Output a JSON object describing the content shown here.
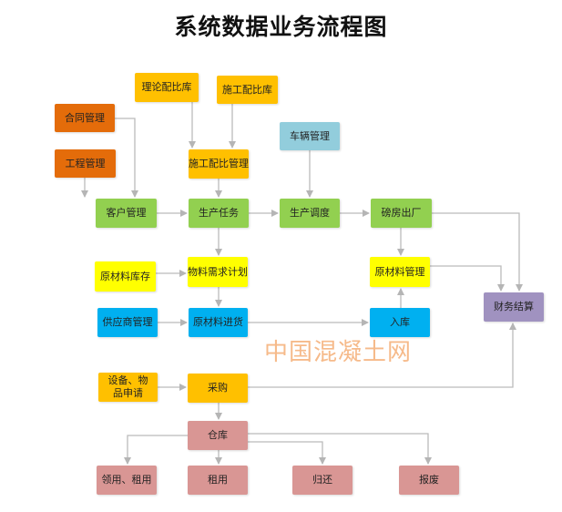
{
  "title": "系统数据业务流程图",
  "nodes": {
    "theory_ratio_lib": "理论配比库",
    "construction_ratio_lib": "施工配比库",
    "contract_mgmt": "合同管理",
    "project_mgmt": "工程管理",
    "vehicle_mgmt": "车辆管理",
    "construction_ratio_mgmt": "施工配比管理",
    "customer_mgmt": "客户管理",
    "production_task": "生产任务",
    "production_dispatch": "生产调度",
    "weighbridge_exit": "磅房出厂",
    "raw_material_stock": "原材料库存",
    "material_demand_plan": "物料需求计划",
    "raw_material_mgmt": "原材料管理",
    "finance_settlement": "财务结算",
    "supplier_mgmt": "供应商管理",
    "raw_material_purchase": "原材料进货",
    "warehousing": "入库",
    "equipment_request": "设备、物品申请",
    "procurement": "采购",
    "warehouse": "仓库",
    "requisition_rent": "领用、租用",
    "rent": "租用",
    "return": "归还",
    "scrap": "报废"
  },
  "watermark": "中国混凝土网",
  "colors": {
    "orange": "#e46c0a",
    "amber": "#ffc000",
    "teal": "#92cddc",
    "green": "#92d050",
    "yellow": "#ffff00",
    "blue": "#00b0f0",
    "purple": "#a092c0",
    "pink": "#d99694",
    "connector": "#bbbbbb"
  }
}
